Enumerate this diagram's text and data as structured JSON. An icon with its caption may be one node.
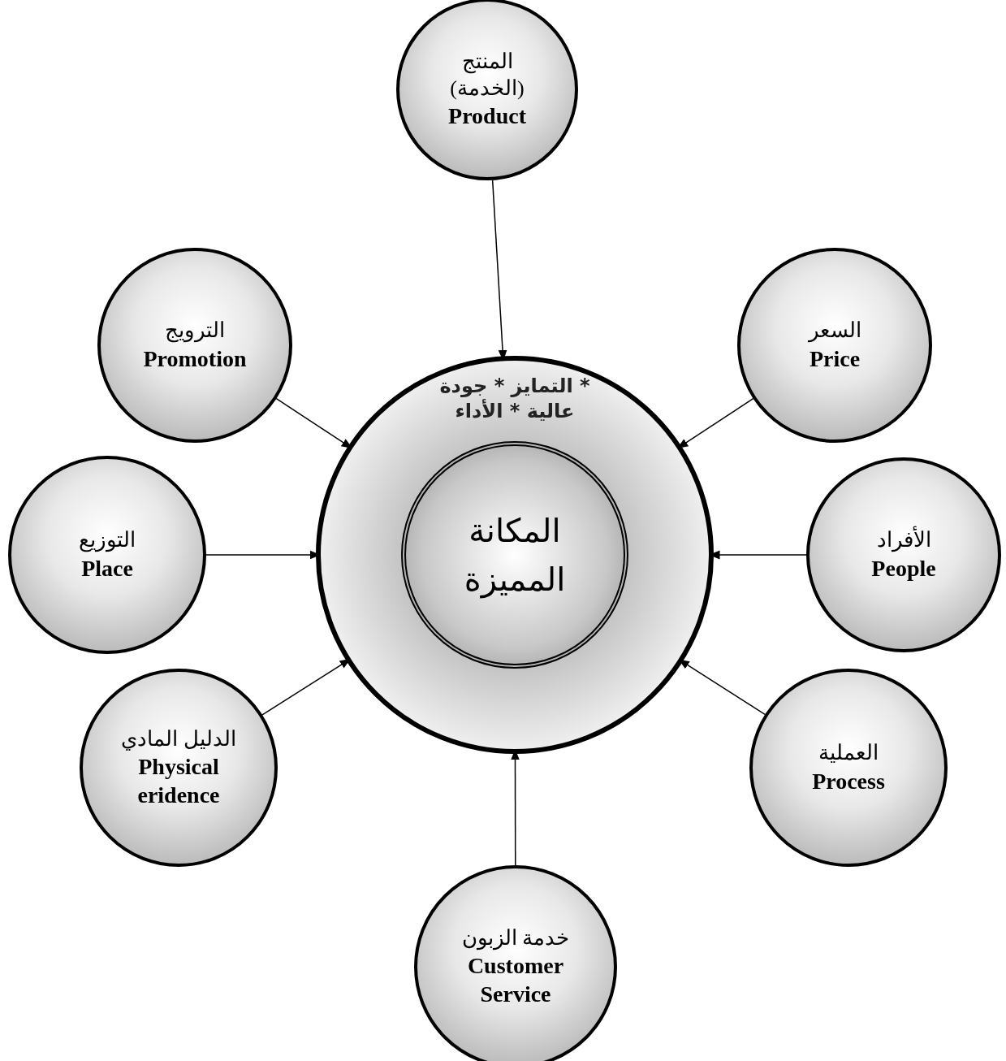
{
  "diagram": {
    "nodes": [
      {
        "text": [
          "* التمايز * جودة عالية * الأداء"
        ]
      },
      {
        "text": [
          "المكانة المميزة"
        ],
        "in": 0
      },
      {
        "text": [
          "المنتج (الخدمة)",
          "Product"
        ]
      },
      {
        "text": [
          "الترويج",
          "Promotion"
        ]
      },
      {
        "text": [
          "السعر",
          "Price"
        ]
      },
      {
        "text": [
          "التوزيع",
          "Place"
        ]
      },
      {
        "text": [
          "الأفراد",
          "People"
        ]
      },
      {
        "text": [
          "الدليل المادي",
          "Physical eridence"
        ]
      },
      {
        "text": [
          "العملية",
          "Process"
        ]
      },
      {
        "text": [
          "خدمة الزبون",
          "Customer Service"
        ]
      }
    ],
    "edges": [
      {
        "from": 2,
        "to": 0,
        "arrow": "to"
      },
      {
        "from": 3,
        "to": 0,
        "arrow": "to"
      },
      {
        "from": 4,
        "to": 0,
        "arrow": "to"
      },
      {
        "from": 5,
        "to": 0,
        "arrow": "to"
      },
      {
        "from": 6,
        "to": 0,
        "arrow": "to"
      },
      {
        "from": 7,
        "to": 0,
        "arrow": "to"
      },
      {
        "from": 8,
        "to": 0,
        "arrow": "to"
      },
      {
        "from": 9,
        "to": 0,
        "arrow": "to"
      }
    ]
  }
}
